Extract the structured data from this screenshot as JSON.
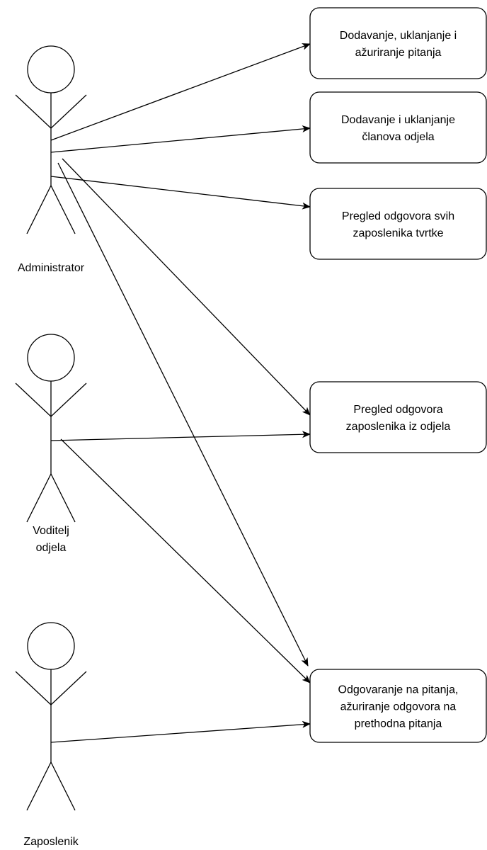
{
  "diagram": {
    "type": "use-case",
    "line_color": "#000000",
    "box_fill": "#ffffff",
    "box_stroke": "#000000",
    "actors": [
      {
        "id": "administrator",
        "label_lines": [
          "Administrator"
        ]
      },
      {
        "id": "voditelj",
        "label_lines": [
          "Voditelj",
          "odjela"
        ]
      },
      {
        "id": "zaposlenik",
        "label_lines": [
          "Zaposlenik"
        ]
      }
    ],
    "use_cases": [
      {
        "id": "uc1",
        "text_lines": [
          "Dodavanje, uklanjanje i",
          "ažuriranje pitanja"
        ]
      },
      {
        "id": "uc2",
        "text_lines": [
          "Dodavanje i uklanjanje",
          "članova odjela"
        ]
      },
      {
        "id": "uc3",
        "text_lines": [
          "Pregled odgovora svih",
          "zaposlenika tvrtke"
        ]
      },
      {
        "id": "uc4",
        "text_lines": [
          "Pregled odgovora",
          "zaposlenika iz odjela"
        ]
      },
      {
        "id": "uc5",
        "text_lines": [
          "Odgovaranje na pitanja,",
          "ažuriranje odgovora na",
          "prethodna pitanja"
        ]
      }
    ],
    "associations": [
      {
        "from": "administrator",
        "to": "uc1"
      },
      {
        "from": "administrator",
        "to": "uc2"
      },
      {
        "from": "administrator",
        "to": "uc3"
      },
      {
        "from": "administrator",
        "to": "uc4"
      },
      {
        "from": "administrator",
        "to": "uc5"
      },
      {
        "from": "voditelj",
        "to": "uc4"
      },
      {
        "from": "voditelj",
        "to": "uc5"
      },
      {
        "from": "zaposlenik",
        "to": "uc5"
      }
    ]
  }
}
